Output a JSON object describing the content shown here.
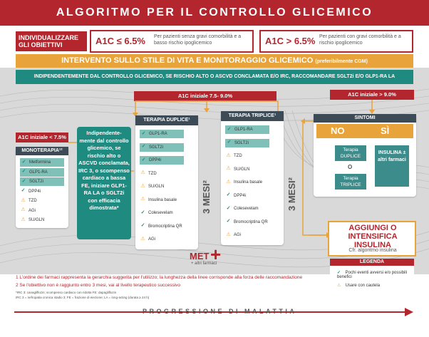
{
  "title": "ALGORITMO PER IL CONTROLLO GLICEMICO",
  "goals_label": "INDIVIDUALIZZARE GLI OBIETTIVI",
  "target_low": {
    "value": "A1C ≤ 6.5%",
    "desc": "Per pazienti senza gravi comorbilità e a basso rischio ipoglicemico"
  },
  "target_high": {
    "value": "A1C > 6.5%",
    "desc": "Per pazienti con gravi comorbilità e a rischio ipoglicemico"
  },
  "lifestyle": {
    "text": "INTERVENTO SULLO STILE DI VITA E MONITORAGGIO GLICEMICO",
    "sub": "(preferibilmente CGM)"
  },
  "ascvd_bar": "INDIPENDENTEMENTE DAL CONTROLLO GLICEMICO, SE RISCHIO ALTO O ASCVD CONCLAMATA E/O IRC, RACCOMANDARE SGLT2i E/O GLP1-RA LA",
  "labels": {
    "a1c_low": "A1C iniziale < 7.5%",
    "a1c_mid": "A1C iniziale 7.5- 9.0%",
    "a1c_high": "A1C iniziale > 9.0%"
  },
  "mono": {
    "title": "MONOTERAPIA¹²",
    "drugs": [
      {
        "name": "Metformina",
        "icon": "check"
      },
      {
        "name": "GLP1-RA",
        "icon": "check"
      },
      {
        "name": "SGLT2i",
        "icon": "check"
      },
      {
        "name": "DPP4i",
        "icon": "check"
      },
      {
        "name": "TZD",
        "icon": "warn"
      },
      {
        "name": "AGi",
        "icon": "warn"
      },
      {
        "name": "SU/GLN",
        "icon": "warn"
      }
    ]
  },
  "independent_text": "Indipendente- mente dal controllo glicemico, se rischio alto o ASCVD conclamata, IRC 3, o scompenso cardiaco a bassa FE, iniziare GLP1-RA LA o SGLT2i con efficacia dimostrata*",
  "dual": {
    "title": "TERAPIA DUPLICE¹",
    "drugs": [
      {
        "name": "GLP1-RA",
        "icon": "check"
      },
      {
        "name": "SGLT2i",
        "icon": "check"
      },
      {
        "name": "DPP4i",
        "icon": "check"
      },
      {
        "name": "TZD",
        "icon": "warn"
      },
      {
        "name": "SU/GLN",
        "icon": "warn"
      },
      {
        "name": "Insulina basale",
        "icon": "warn"
      },
      {
        "name": "Colesevelam",
        "icon": "check"
      },
      {
        "name": "Bromocriptina QR",
        "icon": "check"
      },
      {
        "name": "AGi",
        "icon": "warn"
      }
    ]
  },
  "triple": {
    "title": "TERAPIA TRIPLICE¹",
    "drugs": [
      {
        "name": "GLP1-RA",
        "icon": "check"
      },
      {
        "name": "SGLT2i",
        "icon": "check"
      },
      {
        "name": "TZD",
        "icon": "warn"
      },
      {
        "name": "SU/GLN",
        "icon": "warn"
      },
      {
        "name": "Insulina basale",
        "icon": "warn"
      },
      {
        "name": "DPP4i",
        "icon": "check"
      },
      {
        "name": "Colesevelam",
        "icon": "check"
      },
      {
        "name": "Bromocriptina QR",
        "icon": "check"
      },
      {
        "name": "AGi",
        "icon": "warn"
      }
    ]
  },
  "mesi": "3 MESI²",
  "symptoms": {
    "title": "SINTOMI",
    "no": "NO",
    "si": "SÌ",
    "duplice": "Terapia DUPLICE",
    "o": "O",
    "triplice": "Terapia TRIPLICE",
    "insulina": "INSULINA ± altri farmaci"
  },
  "intens": "AGGIUNGI O INTENSIFICA INSULINA",
  "cfr": "Cfr. algoritmo insulina",
  "met": "MET",
  "met_sub": "+ altri farmaci",
  "legend": {
    "title": "LEGENDA",
    "check": "Pochi eventi avversi e/o possibili benefici",
    "warn": "Usare con cautela"
  },
  "footnotes": [
    "1 L'ordine dei farmaci rappresenta la gerarchia suggerita per l'utilizzo; la lunghezza della linee corrisponde alla forza delle raccomandazione",
    "2 Se l'obiettivo non è raggiunto entro 3 mesi, vai al livello terapeutico successivo"
  ],
  "small_notes": [
    "*IRC 3: canagliflozin; scompenso cardiaco con ridotta FE: dapagliflozin",
    "IRC 3 = nefropatia cronica stadio 3; FE = frazione di eiezione; LA = long-acting (durata ≥ 24 h)"
  ],
  "progression": "PROGRESSIONE DI MALATTIA"
}
